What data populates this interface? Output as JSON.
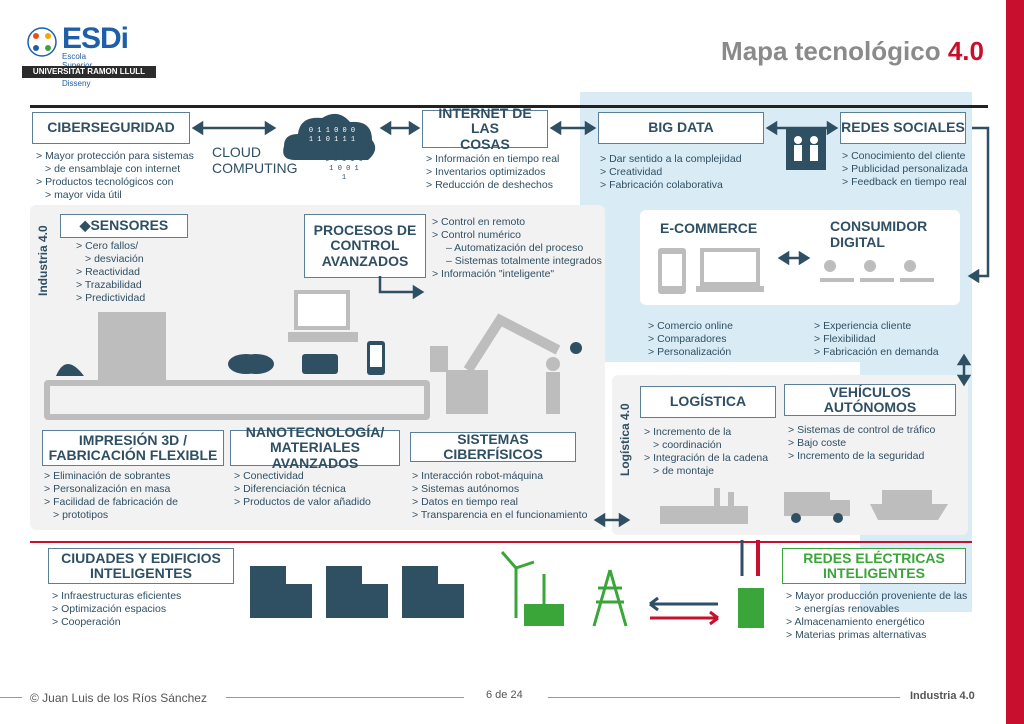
{
  "header": {
    "title_main": "Mapa tecnológico ",
    "title_accent": "4.0",
    "logo_name": "ESDi",
    "logo_sub": "Escola Superior de Disseny",
    "logo_band": "UNIVERSITAT RAMON LLULL"
  },
  "top_row": {
    "ciberseguridad": {
      "title": "CIBERSEGURIDAD",
      "items": [
        "Mayor protección para sistemas",
        "de ensamblaje con internet",
        "Productos tecnológicos con",
        "mayor vida útil"
      ]
    },
    "cloud": {
      "line1": "CLOUD",
      "line2": "COMPUTING",
      "binary": [
        "0 1 1 0 0 0",
        "1 1 0 1 1 1",
        "1 0 0 0",
        "0 0 1 1 0",
        "1 0 0 1",
        "1"
      ]
    },
    "iot": {
      "title_line1": "INTERNET DE LAS",
      "title_line2": "COSAS",
      "items": [
        "Información en tiempo real",
        "Inventarios optimizados",
        "Reducción de deshechos"
      ]
    },
    "bigdata": {
      "title": "BIG DATA",
      "items": [
        "Dar sentido a la complejidad",
        "Creatividad",
        "Fabricación colaborativa"
      ]
    },
    "redes_sociales": {
      "title": "REDES SOCIALES",
      "items": [
        "Conocimiento del cliente",
        "Publicidad personalizada",
        "Feedback en tiempo real"
      ]
    }
  },
  "industria": {
    "label": "Industria 4.0",
    "sensores": {
      "title": "◆SENSORES",
      "items": [
        "Cero fallos/",
        "desviación",
        "Reactividad",
        "Trazabilidad",
        "Predictividad"
      ]
    },
    "procesos": {
      "title_line1": "PROCESOS DE",
      "title_line2": "CONTROL",
      "title_line3": "AVANZADOS",
      "items": [
        "> Control en remoto",
        "> Control numérico",
        "– Automatización del proceso",
        "– Sistemas totalmente integrados",
        "> Información \"inteligente\""
      ]
    }
  },
  "ecommerce": {
    "title": "E-COMMERCE",
    "items": [
      "Comercio online",
      "Comparadores",
      "Personalización"
    ]
  },
  "consumidor": {
    "title_line1": "CONSUMIDOR",
    "title_line2": "DIGITAL",
    "items": [
      "Experiencia cliente",
      "Flexibilidad",
      "Fabricación en demanda"
    ]
  },
  "bottom_row": {
    "impresion": {
      "title_line1": "IMPRESIÓN  3D /",
      "title_line2": "FABRICACIÓN FLEXIBLE",
      "items": [
        "Eliminación de sobrantes",
        "Personalización en masa",
        "Facilidad de fabricación de",
        "prototipos"
      ]
    },
    "nano": {
      "title_line1": "NANOTECNOLOGÍA/",
      "title_line2": "MATERIALES AVANZADOS",
      "items": [
        "Conectividad",
        "Diferenciación técnica",
        "Productos de valor añadido"
      ]
    },
    "sistemas": {
      "title": "SISTEMAS CIBERFÍSICOS",
      "items": [
        "Interacción robot-máquina",
        "Sistemas autónomos",
        "Datos en tiempo real",
        "Transparencia en el funcionamiento"
      ]
    }
  },
  "logistica": {
    "label": "Logística 4.0",
    "logistica_box": {
      "title": "LOGÍSTICA",
      "items": [
        "Incremento de la",
        "coordinación",
        "Integración de la cadena",
        "de montaje"
      ]
    },
    "vehiculos": {
      "title": "VEHÍCULOS AUTÓNOMOS",
      "items": [
        "Sistemas de control de tráfico",
        "Bajo coste",
        "Incremento de la seguridad"
      ]
    }
  },
  "ciudades": {
    "title_line1": "CIUDADES Y EDIFICIOS",
    "title_line2": "INTELIGENTES",
    "items": [
      "Infraestructuras eficientes",
      "Optimización espacios",
      "Cooperación"
    ]
  },
  "redes_electricas": {
    "title_line1": "REDES ELÉCTRICAS",
    "title_line2": "INTELIGENTES",
    "items": [
      "Mayor producción proveniente de las",
      "energías renovables",
      "Almacenamiento energético",
      "Materias primas alternativas"
    ]
  },
  "footer": {
    "author": "© Juan Luis de los Ríos Sánchez",
    "page": "6 de 24",
    "section": "Industria 4.0"
  },
  "colors": {
    "accent": "#c8102e",
    "dark": "#2f4f63",
    "green": "#3aa63a",
    "light_blue": "#d9ecf6"
  }
}
